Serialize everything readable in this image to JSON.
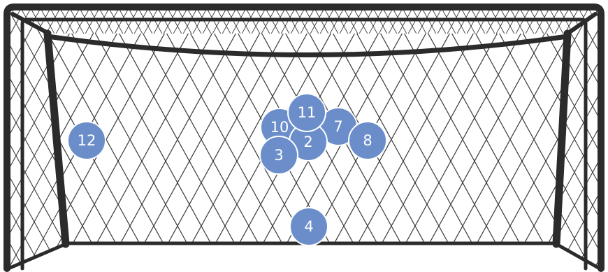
{
  "goal": {
    "frame_color": "#2b2b2b",
    "net_color": "#3a3a3a",
    "background_color": "#ffffff"
  },
  "shot_markers": {
    "fill_color": "#6b8ecb",
    "text_color": "#ffffff",
    "items": [
      {
        "label": "12"
      },
      {
        "label": "10"
      },
      {
        "label": "11"
      },
      {
        "label": "7"
      },
      {
        "label": "8"
      },
      {
        "label": "2"
      },
      {
        "label": "3"
      },
      {
        "label": "4"
      }
    ]
  }
}
